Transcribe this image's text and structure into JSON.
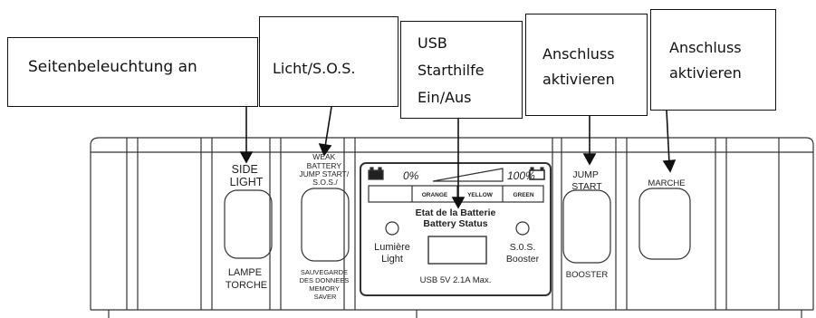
{
  "callouts": {
    "side_light": "Seitenbeleuchtung an",
    "light_sos": "Licht/S.O.S.",
    "usb": [
      "USB",
      "Starthilfe",
      "Ein/Aus"
    ],
    "connect_1": [
      "Anschluss",
      "aktivieren"
    ],
    "connect_2": [
      "Anschluss",
      "aktivieren"
    ]
  },
  "panel": {
    "side_light_label": [
      "SIDE",
      "LIGHT"
    ],
    "lampe_torche_label": [
      "LAMPE",
      "TORCHE"
    ],
    "weak_battery_label": [
      "WEAK",
      "BATTERY",
      "JUMP START/",
      "S.O.S./"
    ],
    "sauvegarde_label": [
      "SAUVEGARDE",
      "DES DONNEES",
      "MEMORY",
      "SAVER"
    ],
    "jump_start_label": [
      "JUMP",
      "START"
    ],
    "booster_label": "BOOSTER",
    "marche_label": "MARCHE"
  },
  "battery": {
    "pct_min": "0%",
    "pct_max": "100%",
    "segments": [
      "",
      "ORANGE",
      "YELLOW",
      "GREEN"
    ],
    "status_fr": "Etat de la Batterie",
    "status_en": "Battery Status",
    "light_fr": "Lumière",
    "light_en": "Light",
    "sos": "S.0.S.",
    "booster": "Booster",
    "usb_spec": "USB 5V 2.1A Max."
  },
  "colors": {
    "stroke": "#222222",
    "background": "#ffffff"
  }
}
